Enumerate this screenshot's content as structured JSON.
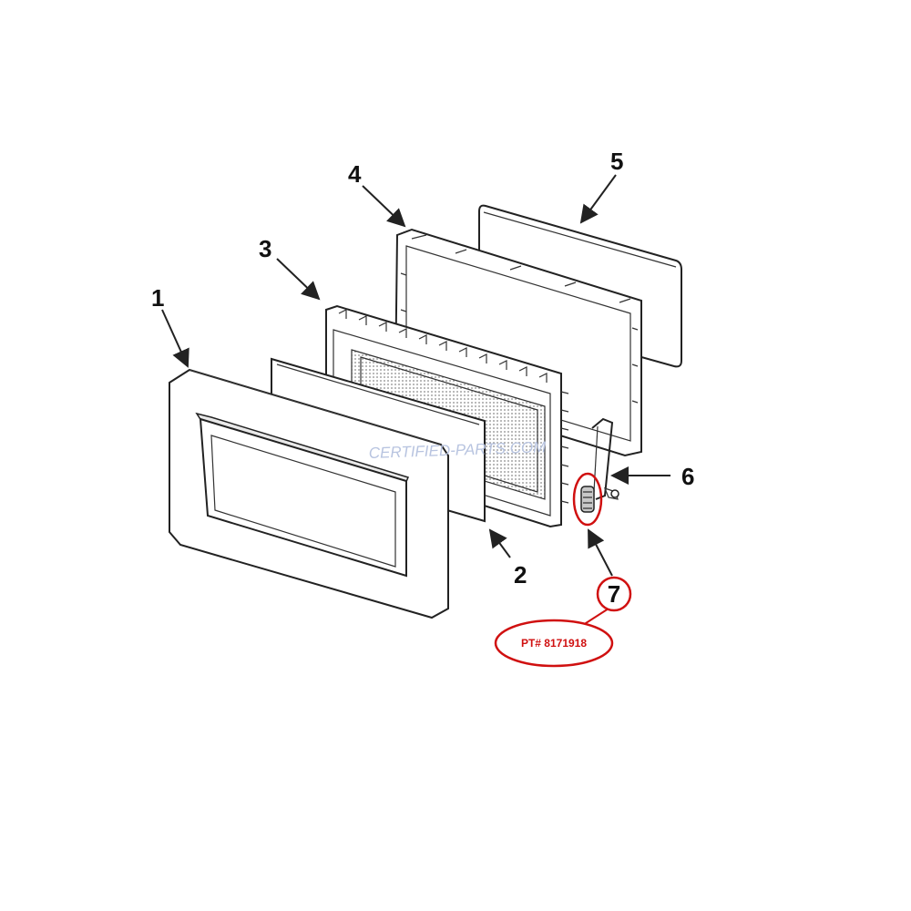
{
  "callouts": {
    "c1": "1",
    "c2": "2",
    "c3": "3",
    "c4": "4",
    "c5": "5",
    "c6": "6",
    "c7": "7"
  },
  "part_tag": "PT# 8171918",
  "watermark": "CERTIFIED-PARTS.COM",
  "colors": {
    "line": "#222222",
    "highlight": "#d01010",
    "watermark": "#b8c4e0"
  }
}
